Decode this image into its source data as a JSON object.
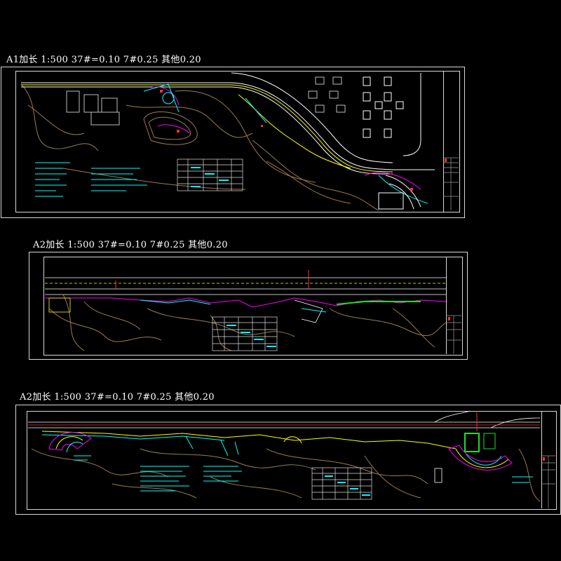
{
  "sheets": [
    {
      "title": "A1加长 1:500  37#=0.10  7#0.25 其他0.20"
    },
    {
      "title": "A2加长 1:500  37#=0.10  7#0.25 其他0.20"
    },
    {
      "title": "A2加长 1:500  37#=0.10  7#0.25 其他0.20"
    }
  ],
  "colors": {
    "background": "#000000",
    "frame": "#d8d8d8",
    "contour": "#9c7a52",
    "road": "#ffffff",
    "path": "#ffff00",
    "cyan": "#00ffff",
    "magenta": "#ff00ff",
    "red": "#ff3030",
    "green": "#22dd22"
  }
}
